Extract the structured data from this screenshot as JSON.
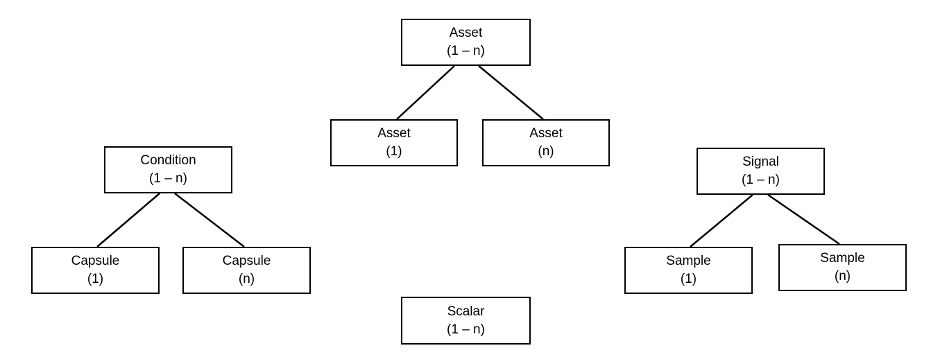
{
  "diagram": {
    "trees": {
      "asset": {
        "root": {
          "title": "Asset",
          "cardinality": "(1 – n)"
        },
        "child1": {
          "title": "Asset",
          "cardinality": "(1)"
        },
        "child2": {
          "title": "Asset",
          "cardinality": "(n)"
        }
      },
      "condition": {
        "root": {
          "title": "Condition",
          "cardinality": "(1 – n)"
        },
        "child1": {
          "title": "Capsule",
          "cardinality": "(1)"
        },
        "child2": {
          "title": "Capsule",
          "cardinality": "(n)"
        }
      },
      "signal": {
        "root": {
          "title": "Signal",
          "cardinality": "(1 – n)"
        },
        "child1": {
          "title": "Sample",
          "cardinality": "(1)"
        },
        "child2": {
          "title": "Sample",
          "cardinality": "(n)"
        }
      },
      "scalar": {
        "root": {
          "title": "Scalar",
          "cardinality": "(1 – n)"
        }
      }
    },
    "colors": {
      "line": "#000000",
      "box_border": "#000000",
      "background": "#ffffff"
    }
  }
}
